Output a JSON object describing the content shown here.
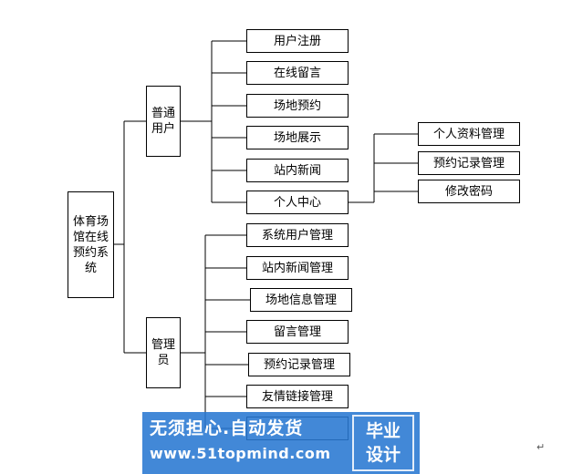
{
  "diagram": {
    "root": {
      "label": "体育场馆在线预约系统"
    },
    "branches": [
      {
        "label": "普通用户",
        "children": [
          {
            "label": "用户注册"
          },
          {
            "label": "在线留言"
          },
          {
            "label": "场地预约"
          },
          {
            "label": "场地展示"
          },
          {
            "label": "站内新闻"
          },
          {
            "label": "个人中心",
            "children": [
              {
                "label": "个人资料管理"
              },
              {
                "label": "预约记录管理"
              },
              {
                "label": "修改密码"
              }
            ]
          }
        ]
      },
      {
        "label": "管理员",
        "children": [
          {
            "label": "系统用户管理"
          },
          {
            "label": "站内新闻管理"
          },
          {
            "label": "场地信息管理"
          },
          {
            "label": "留言管理"
          },
          {
            "label": "预约记录管理"
          },
          {
            "label": "友情链接管理"
          }
        ]
      }
    ]
  },
  "watermark": {
    "line1": "无须担心.自动发货",
    "line2": "www.51topmind.com",
    "badge_line1": "毕业",
    "badge_line2": "设计",
    "color": "#2878d2"
  },
  "paragraph_mark": "↵"
}
